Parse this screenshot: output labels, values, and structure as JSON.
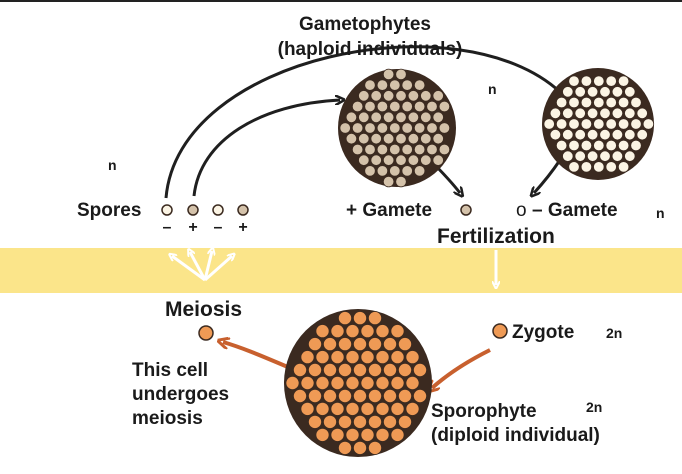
{
  "colors": {
    "band": "#fbe58a",
    "haploid_fill": "#d4c2aa",
    "haploid_gamete_fill": "#fbf4e4",
    "diploid_fill": "#ef9a55",
    "cell_stroke": "#3b2a20",
    "arrow_dark": "#1f1f1f",
    "arrow_orange": "#c8602e",
    "arrow_white": "#ffffff"
  },
  "labels": {
    "gametophytes_line1": "Gametophytes",
    "gametophytes_line2": "(haploid individuals)",
    "n_top": "n",
    "n_left": "n",
    "n_right": "n",
    "spores": "Spores",
    "spore_signs": [
      "–",
      "+",
      "–",
      "+"
    ],
    "plus_gamete": "+ Gamete",
    "minus_gamete": "– Gamete",
    "minus_gamete_ring": "o",
    "fertilization": "Fertilization",
    "meiosis": "Meiosis",
    "zygote": "Zygote",
    "two_n_zygote": "2n",
    "cell_line1": "This cell",
    "cell_line2": "undergoes",
    "cell_line3": "meiosis",
    "sporophyte_line1": "Sporophyte",
    "sporophyte_line2": "(diploid individual)",
    "two_n_sporophyte": "2n"
  },
  "icons": {
    "spore": "small-circle-icon",
    "gametophyte": "cell-cluster-icon",
    "sporophyte": "cell-cluster-icon"
  }
}
